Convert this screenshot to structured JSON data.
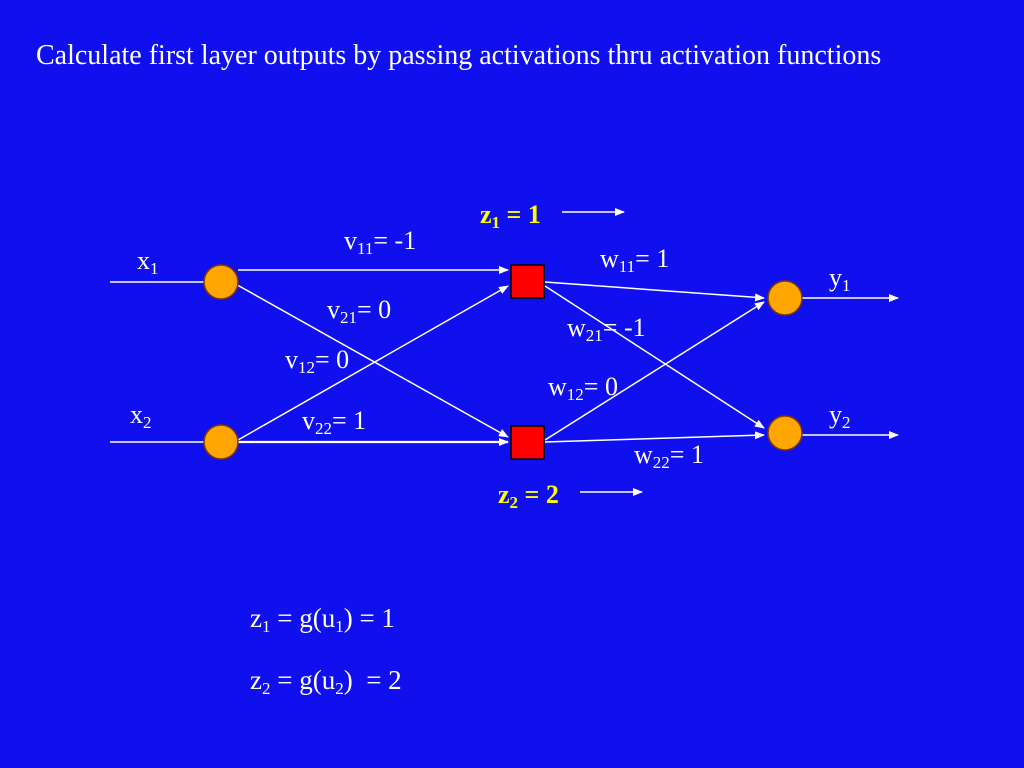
{
  "slide": {
    "title": "Calculate first layer outputs by passing activations thru activation functions"
  },
  "network": {
    "inputs": [
      {
        "var": "x",
        "sub": "1"
      },
      {
        "var": "x",
        "sub": "2"
      }
    ],
    "outputs": [
      {
        "var": "y",
        "sub": "1"
      },
      {
        "var": "y",
        "sub": "2"
      }
    ],
    "hidden": [
      {
        "var": "z",
        "sub": "1",
        "value": "= 1"
      },
      {
        "var": "z",
        "sub": "2",
        "value": "= 2"
      }
    ],
    "weights_v": [
      {
        "var": "v",
        "sub": "11",
        "value": "= -1"
      },
      {
        "var": "v",
        "sub": "21",
        "value": "= 0"
      },
      {
        "var": "v",
        "sub": "12",
        "value": "= 0"
      },
      {
        "var": "v",
        "sub": "22",
        "value": "= 1"
      }
    ],
    "weights_w": [
      {
        "var": "w",
        "sub": "11",
        "value": "= 1"
      },
      {
        "var": "w",
        "sub": "21",
        "value": "= -1"
      },
      {
        "var": "w",
        "sub": "12",
        "value": "= 0"
      },
      {
        "var": "w",
        "sub": "22",
        "value": "= 1"
      }
    ]
  },
  "equations": [
    {
      "lhs": "z",
      "lhs_sub": "1",
      "mid": " = g(u",
      "mid_sub": "1",
      "rhs": ") = 1"
    },
    {
      "lhs": "z",
      "lhs_sub": "2",
      "mid": " = g(u",
      "mid_sub": "2",
      "rhs": ")  = 2"
    }
  ],
  "colors": {
    "background": "#1010ee",
    "input_output_node": "#ffa500",
    "hidden_node": "#ff0000",
    "highlight_text": "#ffff00"
  }
}
